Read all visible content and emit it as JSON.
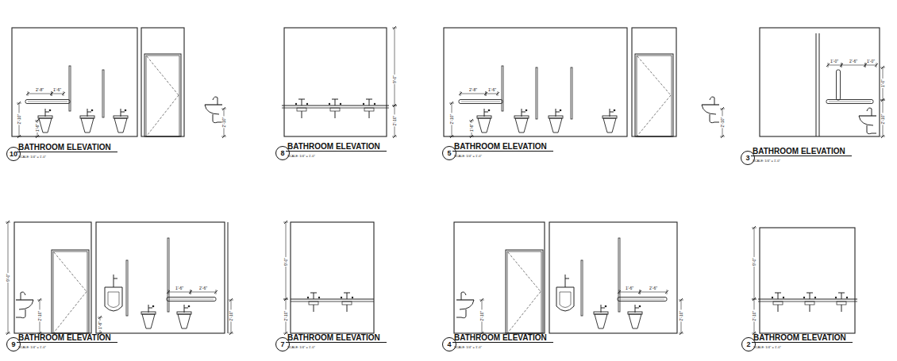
{
  "diagram": {
    "nodes": [
      {
        "text": [
          "10",
          "BATHROOM ELEVATION",
          "SCALE: 1/4\" = 1'-0\""
        ]
      },
      {
        "text": [
          "8",
          "BATHROOM ELEVATION",
          "SCALE: 1/4\" = 1'-0\""
        ]
      },
      {
        "text": [
          "5",
          "BATHROOM ELEVATION",
          "SCALE: 1/4\" = 1'-0\""
        ]
      },
      {
        "text": [
          "3",
          "BATHROOM ELEVATION",
          "SCALE: 1/4\" = 1'-0\""
        ]
      },
      {
        "text": [
          "9",
          "BATHROOM ELEVATION",
          "SCALE: 1/4\" = 1'-0\""
        ]
      },
      {
        "text": [
          "7",
          "BATHROOM ELEVATION",
          "SCALE: 1/4\" = 1'-0\""
        ]
      },
      {
        "text": [
          "4",
          "BATHROOM ELEVATION",
          "SCALE: 1/4\" = 1'-0\""
        ]
      },
      {
        "text": [
          "2",
          "BATHROOM ELEVATION",
          "SCALE: 1/4\" = 1'-0\""
        ]
      }
    ],
    "labels": [
      "2'-8\"",
      "1'-6\"",
      "2'-10\"",
      "1'-6\"",
      "2'-10\"",
      "9'-0\"",
      "2'-10\"",
      "2'-8\"",
      "1'-6\"",
      "2'-10\"",
      "1'-6\"",
      "2'-10\"",
      "1'-0\"",
      "2'-6\"",
      "1'-0\"",
      "1'-0\"",
      "2'-10\"",
      "9'-0\"",
      "2'-10\"",
      "1'-6\"",
      "1'-6\"",
      "2'-6\"",
      "2'-10\"",
      "9'-0\"",
      "2'-10\"",
      "2'-10\"",
      "1'-6\"",
      "2'-6\"",
      "2'-10\"",
      "9'-0\"",
      "2'-10\""
    ]
  }
}
